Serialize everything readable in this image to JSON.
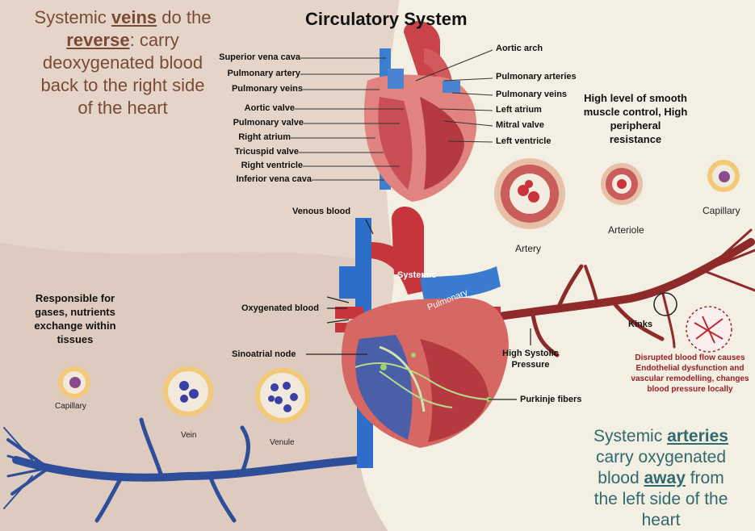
{
  "title": "Circulatory System",
  "left_note": {
    "part1": "Systemic ",
    "em1": "veins",
    "part2": " do the",
    "em2": "reverse",
    "part3": ": carry",
    "line3": "deoxygenated blood",
    "line4": "back to the right side",
    "line5": "of the heart"
  },
  "right_note": {
    "line1_pre": "Systemic ",
    "em1": "arteries",
    "line2": "carry oxygenated",
    "line3_pre": "blood ",
    "em2": "away",
    "line3_post": " from",
    "line4": "the left side of the",
    "line5": "heart"
  },
  "heart_labels_left": [
    "Superior vena cava",
    "Pulmonary artery",
    "Pulmonary veins",
    "Aortic valve",
    "Pulmonary valve",
    "Right atrium",
    "Tricuspid valve",
    "Right ventricle",
    "Inferior vena cava"
  ],
  "heart_labels_right": [
    "Aortic arch",
    "Pulmonary arteries",
    "Pulmonary veins",
    "Left atrium",
    "Mitral valve",
    "Left ventricle"
  ],
  "vessels": {
    "artery": "Artery",
    "arteriole": "Arteriole",
    "capillary_right": "Capillary",
    "capillary_left": "Capillary",
    "vein": "Vein",
    "venule": "Venule"
  },
  "notes": {
    "smooth_muscle": "High level of smooth muscle control, High peripheral resistance",
    "exchange": "Responsible for gases, nutrients exchange within tissues",
    "disrupted": "Disrupted blood flow causes Endothelial dysfunction and vascular remodelling, changes blood pressure locally",
    "kinks": "Kinks",
    "high_systolic": "High Systolic Pressure"
  },
  "big_heart_labels": {
    "venous_blood": "Venous blood",
    "oxygenated_blood": "Oxygenated blood",
    "sinoatrial": "Sinoatrial  node",
    "purkinje": "Purkinje fibers",
    "systemic": "Systemic",
    "pulmonary": "Pulmonary"
  },
  "colors": {
    "bg_left": "#e5d5c9",
    "bg_right": "#f3f2e6",
    "artery_red": "#b6323a",
    "vein_blue": "#2d6ec8",
    "dark_vein": "#2e4e99",
    "left_text": "#7a4a34",
    "right_text": "#2f6a6e",
    "warning_red": "#9a1f25"
  }
}
